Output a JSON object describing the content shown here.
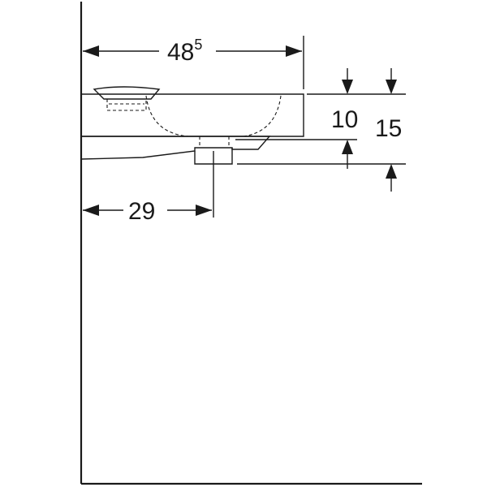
{
  "dimensions": {
    "width_main": "48",
    "width_sup": "5",
    "depth_bowl": "10",
    "depth_total": "15",
    "drain_offset": "29"
  }
}
